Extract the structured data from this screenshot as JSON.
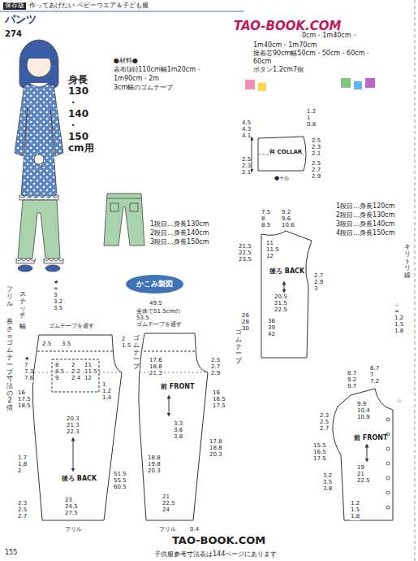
{
  "diagram": {
    "title": "パンツ",
    "nodes": [
      {
        "text": [
          "かこみ製図"
        ]
      }
    ],
    "labels": [
      "保存版",
      "作ってあげたい ベビーウエア＆子ども服",
      "274",
      "身長",
      "130",
      "・",
      "140",
      "・",
      "150",
      "cm用",
      "●材料●",
      "表布(綿)110cm幅1m20cm・",
      "1m90cm・2m",
      "3cm幅のゴムテープ",
      "TAO-BOOK.COM",
      "0cm・1m40cm・",
      "1m40cm・1m70cm",
      "接着芯90cm幅50cm・50cm・60cm・",
      "60cm",
      "ボタン1.2cm7個",
      "1段目…身長130cm",
      "2段目…身長140cm",
      "3段目…身長150cm",
      "1.2",
      "1",
      "0.8",
      "4.5",
      "4.3",
      "4.1",
      "衿 COLLAR",
      "2.5",
      "2.3",
      "2.1",
      "2.5",
      "2.3",
      "2.1",
      "2.5",
      "2.7",
      "2.9",
      "●+◎",
      "1段目…身長120cm",
      "2段目…身長130cm",
      "3段目…身長140cm",
      "4段目…身長150cm",
      "7.5",
      "8",
      "8.5",
      "9.2",
      "9.6",
      "10.6",
      "21.5",
      "22.5",
      "23.5",
      "11",
      "11.5",
      "12",
      "後ろ BACK",
      "2.7",
      "2.9",
      "3",
      "20.5",
      "21.5",
      "22.5",
      "26",
      "28",
      "30",
      "36",
      "39",
      "42",
      "☆",
      "=",
      "1.2",
      "1.5",
      "1.8",
      "キリトリ線",
      "8.7",
      "9.2",
      "9.7",
      "6.7",
      "7",
      "7.2",
      "9.9",
      "10.4",
      "10.9",
      "☆",
      "2.3",
      "2.5",
      "2.7",
      "前 FRONT",
      "15.5",
      "16.5",
      "17.5",
      "3.2",
      "3.5",
      "3.8",
      "19",
      "21",
      "22.5",
      "1.2",
      "1.5",
      "1.8",
      "フリル",
      "幅",
      "長さ=ゴムテープ寸法の2倍",
      "ステッチ",
      "★",
      "=",
      "3",
      "3.2",
      "3.5",
      "ゴムテープを通す",
      "2.5",
      "3.5",
      "2",
      "1.5",
      "★",
      "7",
      "7.3",
      "7.6",
      "8",
      "8.5",
      "9",
      "2",
      "2.2",
      "2.4",
      "11",
      "11.5",
      "12",
      "1",
      "1.2",
      "1.4",
      "16",
      "17.5",
      "18.5",
      "20.3",
      "21.3",
      "22.3",
      "1.7",
      "1.8",
      "2",
      "後ろ BACK",
      "23",
      "24.5",
      "27.5",
      "2.3",
      "2.5",
      "2.7",
      "フリル",
      "51.5",
      "55.5",
      "60.5",
      "49.5",
      "全体で51.5cmの",
      "53.5",
      "ゴムテープを通す",
      "ゴムテープ",
      "ゴムテープ",
      "前 FRONT",
      "17.6",
      "18.8",
      "21.3",
      "2.5",
      "2.7",
      "2.9",
      "16",
      "16.5",
      "17.5",
      "3.3",
      "3.6",
      "3.8",
      "18.8",
      "19.8",
      "20.3",
      "17.8",
      "18.8",
      "20.3",
      "21",
      "22.5",
      "24",
      "フリル",
      "0.4",
      "155",
      "子供服参考寸法表は144ページにあります",
      "TAO-BOOK.COM"
    ]
  }
}
